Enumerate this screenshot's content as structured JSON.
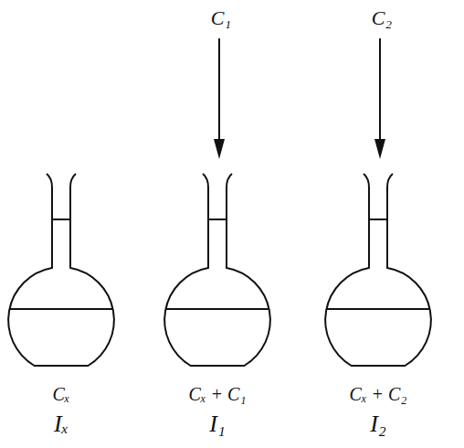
{
  "diagram": {
    "labels": [
      "C₁",
      "C₂",
      "Cₓ",
      "Iₓ",
      "Cₓ + C₁",
      "I₁",
      "Cₓ + C₂",
      "I₂"
    ]
  }
}
